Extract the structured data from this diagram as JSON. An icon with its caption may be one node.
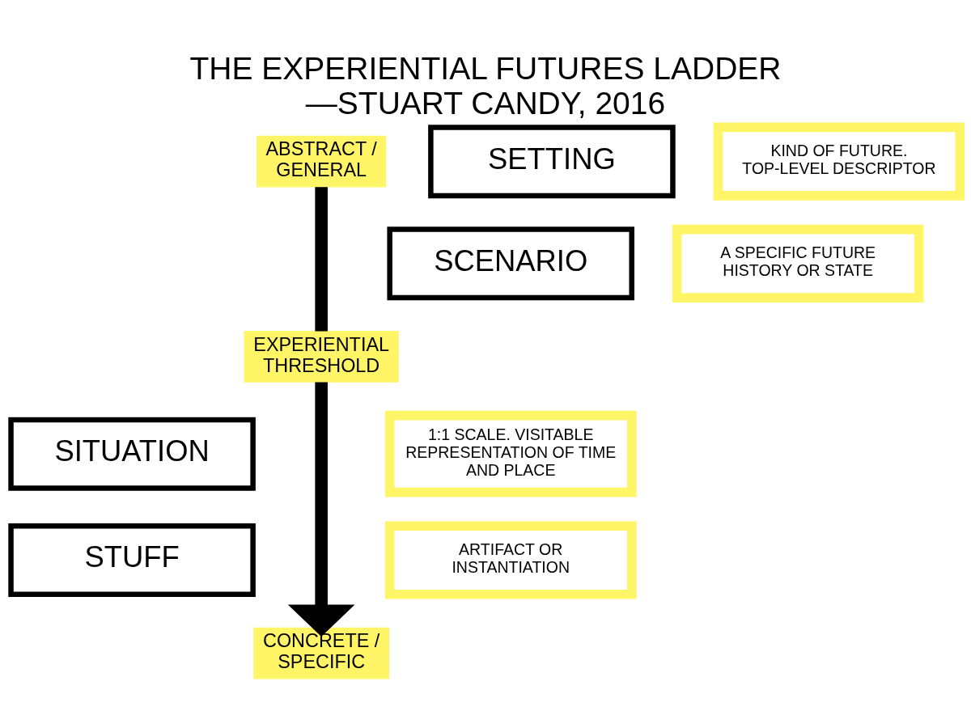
{
  "diagram": {
    "title": "THE EXPERIENTIAL FUTURES LADDER",
    "caption": "—STUART CANDY, 2016",
    "nodes": [
      {
        "text": [
          "ABSTRACT / GENERAL"
        ]
      },
      {
        "text": [
          "SETTING"
        ]
      },
      {
        "text": [
          "KIND OF FUTURE. TOP-LEVEL DESCRIPTOR"
        ]
      },
      {
        "text": [
          "SCENARIO"
        ]
      },
      {
        "text": [
          "A SPECIFIC FUTURE HISTORY OR STATE"
        ]
      },
      {
        "text": [
          "EXPERIENTIAL THRESHOLD"
        ]
      },
      {
        "text": [
          "SITUATION"
        ]
      },
      {
        "text": [
          "1:1 SCALE. VISITABLE REPRESENTATION OF TIME AND PLACE"
        ]
      },
      {
        "text": [
          "STUFF"
        ]
      },
      {
        "text": [
          "ARTIFACT OR INSTANTIATION"
        ]
      },
      {
        "text": [
          "CONCRETE / SPECIFIC"
        ]
      }
    ],
    "edges": [
      {
        "from": 0,
        "to": 5,
        "arrow": "none"
      },
      {
        "from": 5,
        "to": 10,
        "arrow": "to"
      }
    ]
  }
}
